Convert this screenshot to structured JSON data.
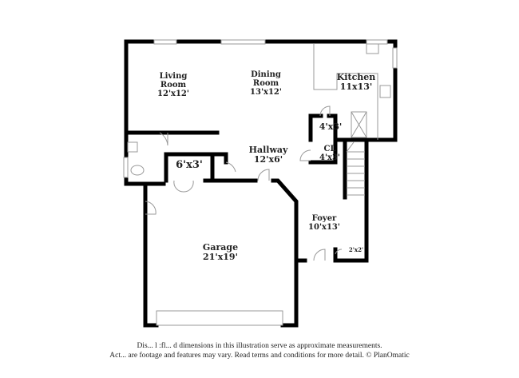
{
  "rooms": {
    "living": {
      "name_line1": "Living",
      "name_line2": "Room",
      "size": "12'x12'"
    },
    "dining": {
      "name_line1": "Dining",
      "name_line2": "Room",
      "size": "13'x12'"
    },
    "kitchen": {
      "name": "Kitchen",
      "size": "11x13'"
    },
    "pantry": {
      "size": "4'x3'"
    },
    "closet": {
      "name": "CL",
      "size": "4'x3'"
    },
    "hallway": {
      "name": "Hallway",
      "size": "12'x6'"
    },
    "storage": {
      "size": "6'x3'"
    },
    "foyer": {
      "name": "Foyer",
      "size": "10'x13'"
    },
    "small_closet": {
      "size": "2'x2'"
    },
    "garage": {
      "name": "Garage",
      "size": "21'x19'"
    }
  },
  "disclaimer": {
    "line1": "Dis...  l :fl... d dimensions in this illustration serve as approximate measurements.",
    "line2": "Act... are footage and features may vary. Read terms and conditions for more detail. © PlanOmatic"
  },
  "colors": {
    "wall": "#000000",
    "fixture": "#999999"
  }
}
